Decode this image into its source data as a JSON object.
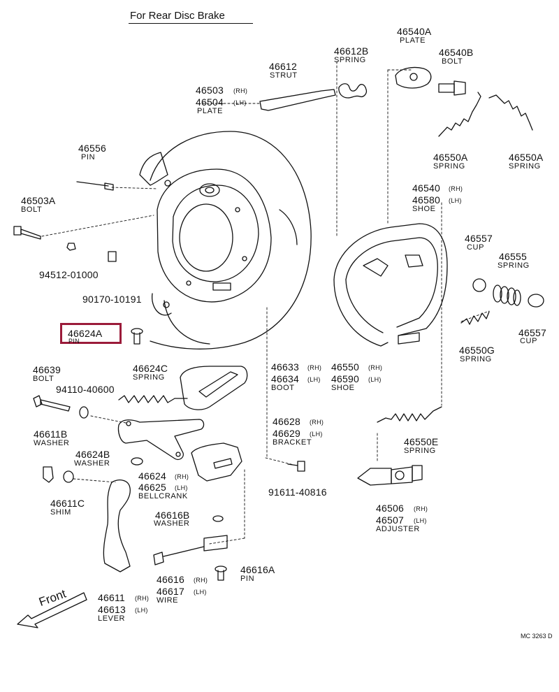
{
  "header": {
    "title": "For Rear Disc Brake"
  },
  "diagram_code": "MC 3263 D",
  "front_label": "Front",
  "highlight": {
    "part": "46624A"
  },
  "parts": [
    {
      "id": "p46540A",
      "number": "46540A",
      "sides": "",
      "line2": "",
      "desc": "PLATE"
    },
    {
      "id": "p46540B",
      "number": "46540B",
      "sides": "",
      "line2": "",
      "desc": "BOLT"
    },
    {
      "id": "p46612B",
      "number": "46612B",
      "sides": "",
      "line2": "",
      "desc": "SPRING"
    },
    {
      "id": "p46612",
      "number": "46612",
      "sides": "",
      "line2": "",
      "desc": "STRUT"
    },
    {
      "id": "p46503",
      "number": "46503",
      "sides": "(RH)",
      "line2": "46504",
      "sides2": "(LH)",
      "desc": "PLATE"
    },
    {
      "id": "p46550A_1",
      "number": "46550A",
      "sides": "",
      "line2": "",
      "desc": "SPRING"
    },
    {
      "id": "p46550A_2",
      "number": "46550A",
      "sides": "",
      "line2": "",
      "desc": "SPRING"
    },
    {
      "id": "p46556",
      "number": "46556",
      "sides": "",
      "line2": "",
      "desc": "PIN"
    },
    {
      "id": "p46540",
      "number": "46540",
      "sides": "(RH)",
      "line2": "46580",
      "sides2": "(LH)",
      "desc": "SHOE"
    },
    {
      "id": "p46503A",
      "number": "46503A",
      "sides": "",
      "line2": "",
      "desc": "BOLT"
    },
    {
      "id": "p46557_1",
      "number": "46557",
      "sides": "",
      "line2": "",
      "desc": "CUP"
    },
    {
      "id": "p46555",
      "number": "46555",
      "sides": "",
      "line2": "",
      "desc": "SPRING"
    },
    {
      "id": "p94512",
      "number": "94512-01000",
      "sides": "",
      "line2": "",
      "desc": ""
    },
    {
      "id": "p90170",
      "number": "90170-10191",
      "sides": "",
      "line2": "",
      "desc": ""
    },
    {
      "id": "p46557_2",
      "number": "46557",
      "sides": "",
      "line2": "",
      "desc": "CUP"
    },
    {
      "id": "p46624A",
      "number": "46624A",
      "sides": "",
      "line2": "",
      "desc": "PIN"
    },
    {
      "id": "p46550G",
      "number": "46550G",
      "sides": "",
      "line2": "",
      "desc": "SPRING"
    },
    {
      "id": "p46639",
      "number": "46639",
      "sides": "",
      "line2": "",
      "desc": "BOLT"
    },
    {
      "id": "p46624C",
      "number": "46624C",
      "sides": "",
      "line2": "",
      "desc": "SPRING"
    },
    {
      "id": "p46633",
      "number": "46633",
      "sides": "(RH)",
      "line2": "46634",
      "sides2": "(LH)",
      "desc": "BOOT"
    },
    {
      "id": "p46550",
      "number": "46550",
      "sides": "(RH)",
      "line2": "46590",
      "sides2": "(LH)",
      "desc": "SHOE"
    },
    {
      "id": "p94110",
      "number": "94110-40600",
      "sides": "",
      "line2": "",
      "desc": ""
    },
    {
      "id": "p46611B",
      "number": "46611B",
      "sides": "",
      "line2": "",
      "desc": "WASHER"
    },
    {
      "id": "p46628",
      "number": "46628",
      "sides": "(RH)",
      "line2": "46629",
      "sides2": "(LH)",
      "desc": "BRACKET"
    },
    {
      "id": "p46550E",
      "number": "46550E",
      "sides": "",
      "line2": "",
      "desc": "SPRING"
    },
    {
      "id": "p46624B",
      "number": "46624B",
      "sides": "",
      "line2": "",
      "desc": "WASHER"
    },
    {
      "id": "p46624",
      "number": "46624",
      "sides": "(RH)",
      "line2": "46625",
      "sides2": "(LH)",
      "desc": "BELLCRANK"
    },
    {
      "id": "p91611",
      "number": "91611-40816",
      "sides": "",
      "line2": "",
      "desc": ""
    },
    {
      "id": "p46611C",
      "number": "46611C",
      "sides": "",
      "line2": "",
      "desc": "SHIM"
    },
    {
      "id": "p46506",
      "number": "46506",
      "sides": "(RH)",
      "line2": "46507",
      "sides2": "(LH)",
      "desc": "ADJUSTER"
    },
    {
      "id": "p46616B",
      "number": "46616B",
      "sides": "",
      "line2": "",
      "desc": "WASHER"
    },
    {
      "id": "p46616A",
      "number": "46616A",
      "sides": "",
      "line2": "",
      "desc": "PIN"
    },
    {
      "id": "p46616",
      "number": "46616",
      "sides": "(RH)",
      "line2": "46617",
      "sides2": "(LH)",
      "desc": "WIRE"
    },
    {
      "id": "p46611",
      "number": "46611",
      "sides": "(RH)",
      "line2": "46613",
      "sides2": "(LH)",
      "desc": "LEVER"
    }
  ]
}
